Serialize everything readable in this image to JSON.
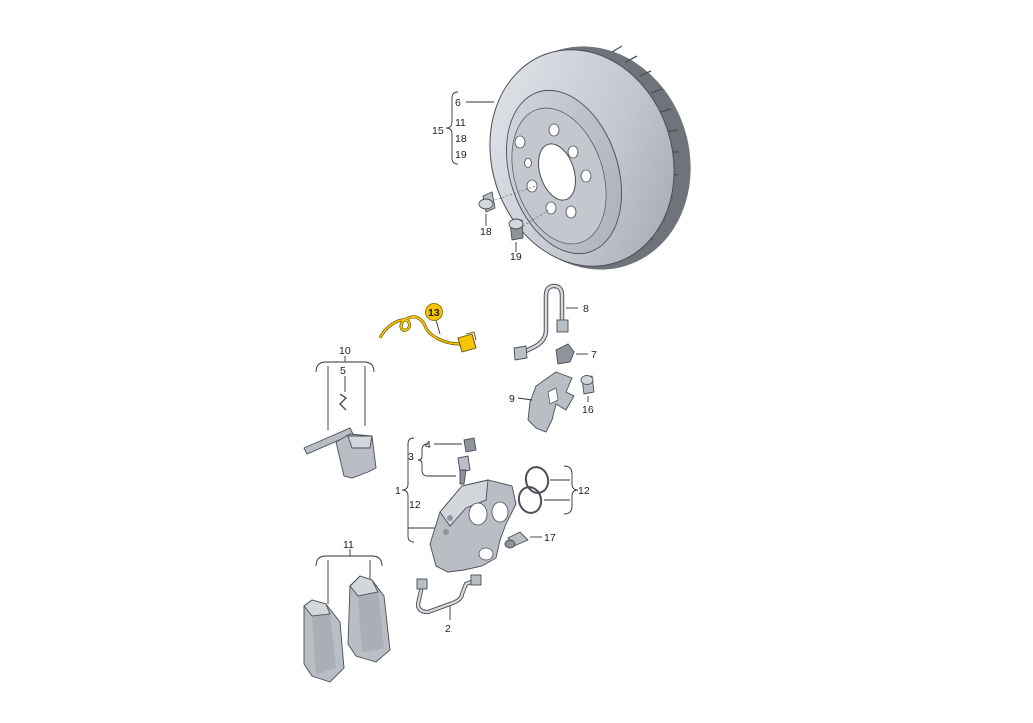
{
  "callouts": {
    "c6": "6",
    "c11": "11",
    "c15": "15",
    "c18a": "18",
    "c19a": "19",
    "c18b": "18",
    "c19b": "19",
    "c13": "13",
    "c8": "8",
    "c7": "7",
    "c9": "9",
    "c16": "16",
    "c10": "10",
    "c5": "5",
    "c4": "4",
    "c3": "3",
    "c1": "1",
    "c12a": "12",
    "c12b": "12",
    "c17": "17",
    "c2": "2",
    "c11b": "11"
  },
  "colors": {
    "highlight": "#f5c400",
    "metal": "#b9bdc4",
    "line": "#333333"
  }
}
